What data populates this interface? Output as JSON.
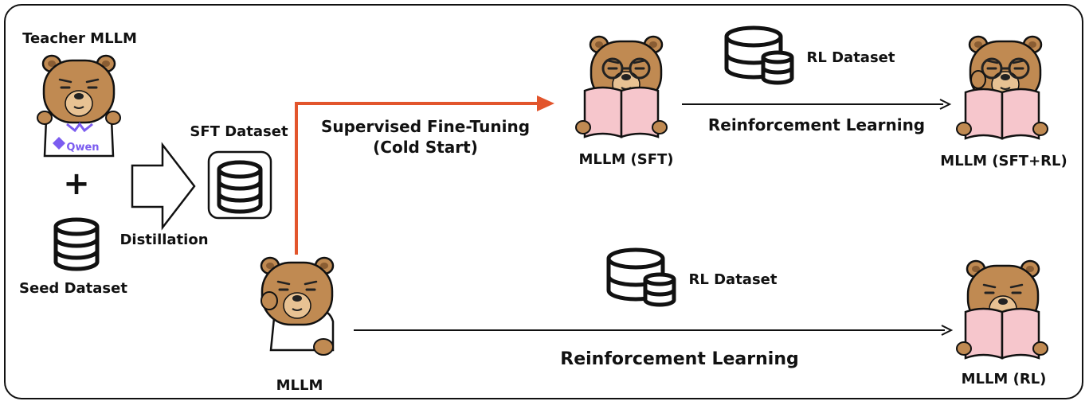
{
  "labels": {
    "teacher": "Teacher MLLM",
    "teacher_badge": "Qwen",
    "plus": "+",
    "seed_dataset": "Seed Dataset",
    "distillation": "Distillation",
    "sft_dataset": "SFT Dataset",
    "sft_title_line1": "Supervised Fine-Tuning",
    "sft_title_line2": "(Cold Start)",
    "mllm_sft": "MLLM (SFT)",
    "rl_dataset_top": "RL Dataset",
    "rl_top": "Reinforcement Learning",
    "mllm_sft_rl": "MLLM (SFT+RL)",
    "rl_dataset_bottom": "RL Dataset",
    "rl_bottom": "Reinforcement Learning",
    "mllm": "MLLM",
    "mllm_rl": "MLLM (RL)"
  },
  "colors": {
    "bear_fur": "#c08a52",
    "bear_muzzle": "#e8c293",
    "book_pink": "#f6c6cc",
    "sft_arrow": "#e2552c",
    "line": "#111111",
    "qwen_purple": "#7b5cf0"
  }
}
